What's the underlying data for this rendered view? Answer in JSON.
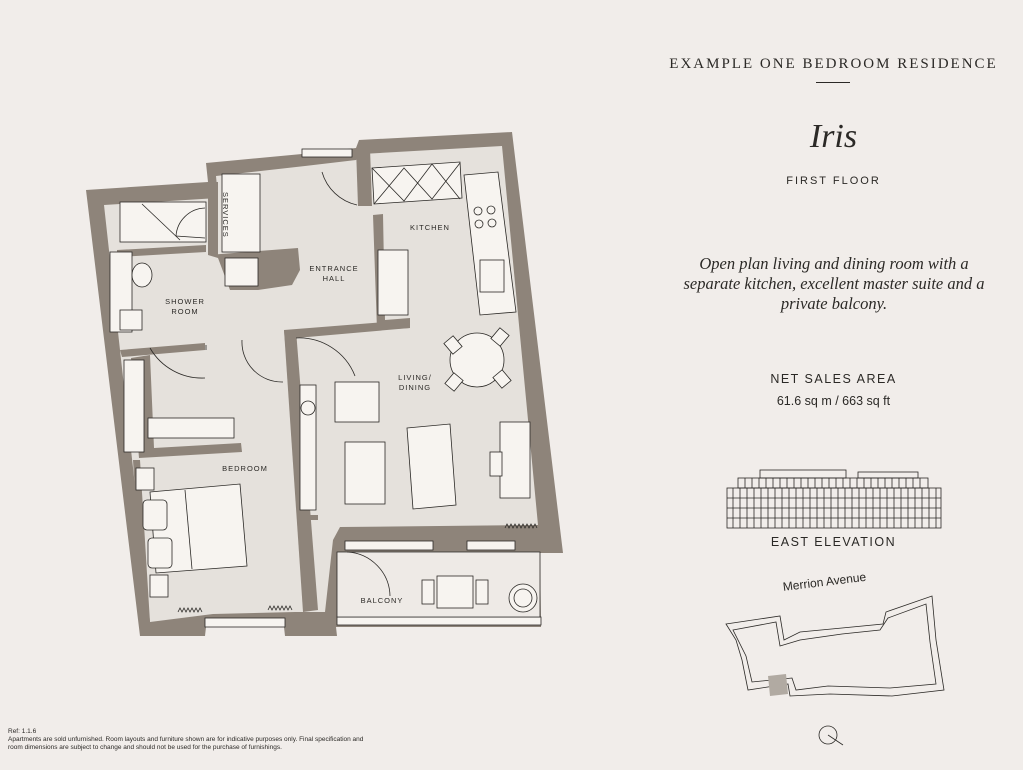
{
  "header": {
    "title": "EXAMPLE ONE BEDROOM RESIDENCE"
  },
  "residence": {
    "name": "Iris",
    "floor": "FIRST FLOOR",
    "description": "Open plan living and dining room with a separate kitchen, excellent master suite and a private balcony."
  },
  "area": {
    "title": "NET SALES AREA",
    "value": "61.6 sq m / 663 sq ft"
  },
  "elevation": {
    "label": "EAST ELEVATION"
  },
  "site": {
    "street": "Merrion Avenue"
  },
  "rooms": {
    "services": "SERVICES",
    "kitchen": "KITCHEN",
    "entrance_hall": "ENTRANCE\nHALL",
    "shower_room": "SHOWER\nROOM",
    "living_dining": "LIVING/\nDINING",
    "bedroom": "BEDROOM",
    "balcony": "BALCONY"
  },
  "footer": {
    "ref": "Ref: 1.1.6",
    "disclaimer": "Apartments are sold unfurnished. Room layouts and furniture shown are for indicative purposes only. Final specification and room dimensions are subject to change and should not be used for the purchase of furnishings."
  },
  "colors": {
    "background": "#f1edea",
    "wall": "#8e847a",
    "floor_fill": "#e5e1dc",
    "line": "#2b2926",
    "highlight_unit": "#b1aaa2"
  }
}
